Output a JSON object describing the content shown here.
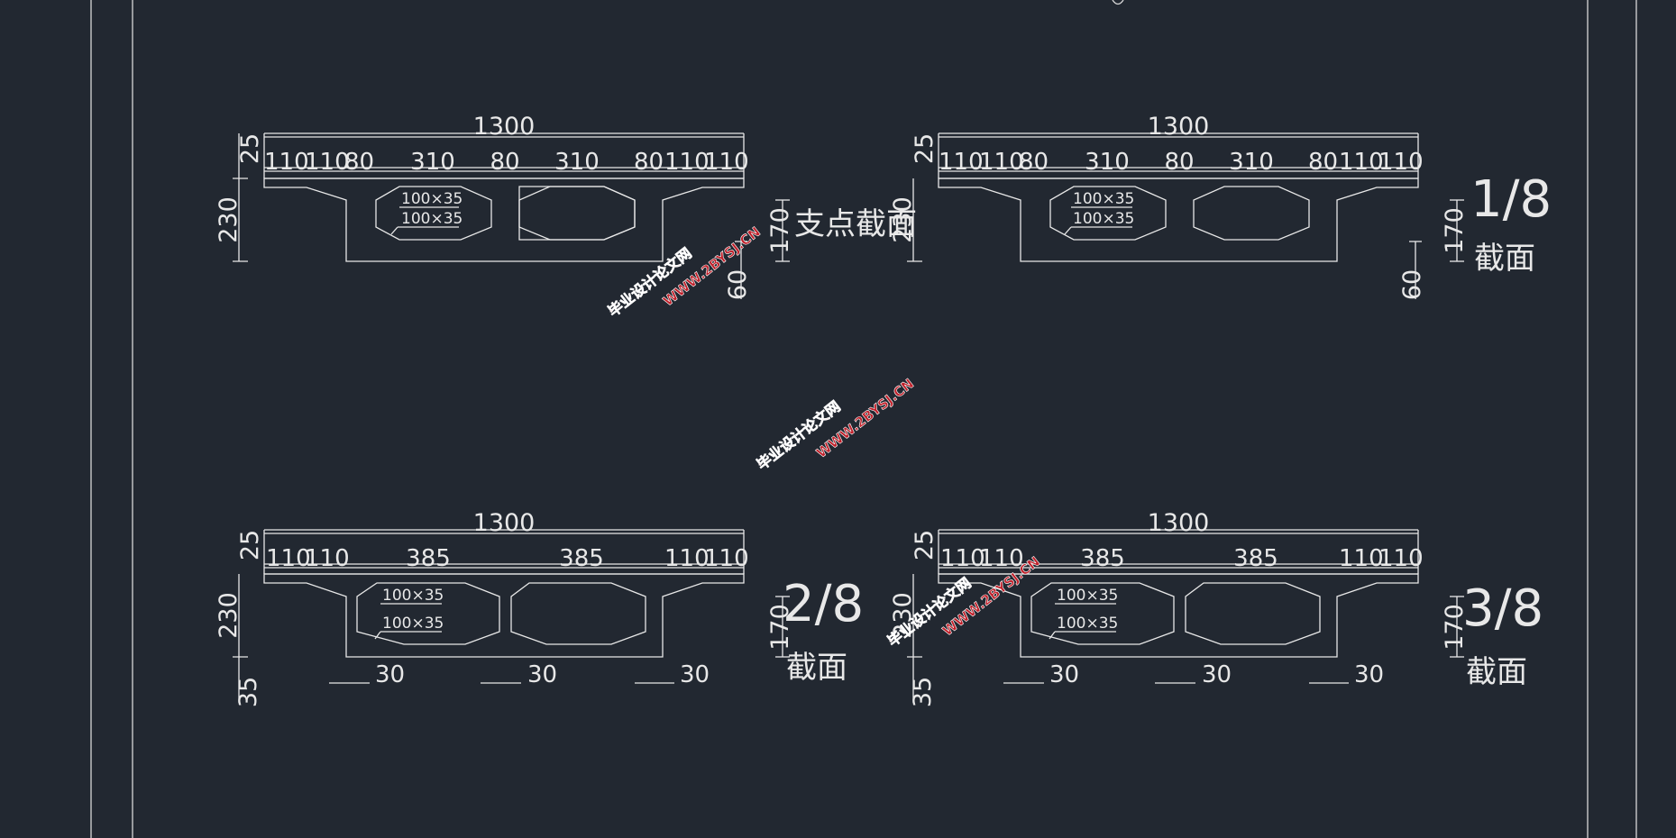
{
  "colors": {
    "background": "#222831",
    "line": "#e8e8e8",
    "watermark": "#c0202a"
  },
  "sections": [
    {
      "id": "support",
      "total_width": "1300",
      "top_dims": [
        "110",
        "110",
        "80",
        "310",
        "80",
        "310",
        "80",
        "110",
        "110"
      ],
      "left_dims": [
        "25",
        "230"
      ],
      "right_dims": [
        "170",
        "60"
      ],
      "voids": [
        "100×35",
        "100×35"
      ],
      "label": "支点截面"
    },
    {
      "id": "eighth-1",
      "total_width": "1300",
      "top_dims": [
        "110",
        "110",
        "80",
        "310",
        "80",
        "310",
        "80",
        "110",
        "110"
      ],
      "left_dims": [
        "25",
        "230"
      ],
      "right_dims": [
        "170",
        "60"
      ],
      "voids": [
        "100×35",
        "100×35"
      ],
      "label_big": "1/8",
      "label": "截面"
    },
    {
      "id": "eighth-2",
      "total_width": "1300",
      "top_dims": [
        "110",
        "110",
        "385",
        "385",
        "110",
        "110"
      ],
      "left_dims": [
        "25",
        "230",
        "35"
      ],
      "right_dims": [
        "170"
      ],
      "bottom_dims": [
        "30",
        "30",
        "30"
      ],
      "voids": [
        "100×35",
        "100×35"
      ],
      "label_big": "2/8",
      "label": "截面"
    },
    {
      "id": "eighth-3",
      "total_width": "1300",
      "top_dims": [
        "110",
        "110",
        "385",
        "385",
        "110",
        "110"
      ],
      "left_dims": [
        "25",
        "230",
        "35"
      ],
      "right_dims": [
        "170"
      ],
      "bottom_dims": [
        "30",
        "30",
        "30"
      ],
      "voids": [
        "100×35",
        "100×35"
      ],
      "label_big": "3/8",
      "label": "截面"
    }
  ],
  "watermark": {
    "line1": "毕业设计论文网",
    "line2": "WWW.2BYSJ.CN"
  }
}
